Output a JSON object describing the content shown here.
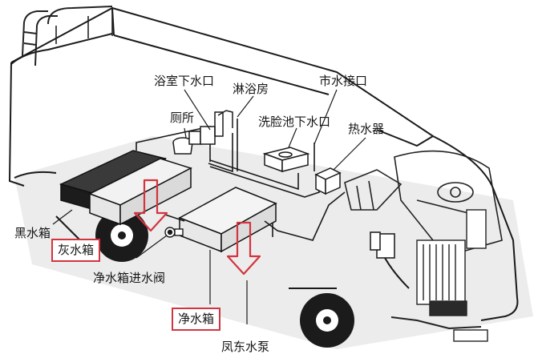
{
  "labels": {
    "bath_drain": "浴室下水口",
    "shower_room": "淋浴房",
    "city_water_inlet": "市水接口",
    "toilet": "厕所",
    "basin_drain": "洗脸池下水口",
    "water_heater": "热水器",
    "black_water_tank": "黑水箱",
    "grey_water_tank": "灰水箱",
    "fresh_tank_inlet_valve": "净水箱进水阀",
    "fresh_water_tank": "净水箱",
    "cutoff_label": "凤东水泵"
  },
  "colors": {
    "ink": "#151515",
    "highlight": "#d2353f",
    "ground": "#e6e6e6",
    "black_tank": "#1c1c1c"
  }
}
